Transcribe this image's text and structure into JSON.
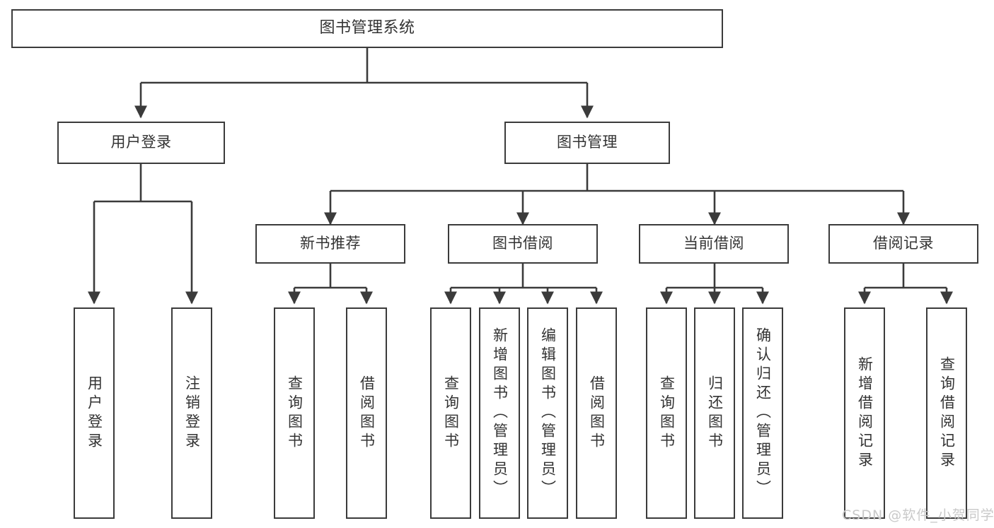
{
  "diagram": {
    "title": "图书管理系统",
    "type": "tree",
    "watermark": "CSDN @软件_小贺同学",
    "colors": {
      "box_border": "#3b3b3b",
      "box_fill": "#ffffff",
      "connector": "#3b3b3b",
      "text": "#333333",
      "watermark": "#c9c9c9",
      "background": "#ffffff"
    },
    "root": {
      "label": "图书管理系统"
    },
    "level2": [
      {
        "id": "user-login",
        "label": "用户登录"
      },
      {
        "id": "book-management",
        "label": "图书管理"
      }
    ],
    "level3": [
      {
        "id": "new-book-recommend",
        "label": "新书推荐",
        "parent": "book-management"
      },
      {
        "id": "book-borrow",
        "label": "图书借阅",
        "parent": "book-management"
      },
      {
        "id": "current-borrow",
        "label": "当前借阅",
        "parent": "book-management"
      },
      {
        "id": "borrow-record",
        "label": "借阅记录",
        "parent": "book-management"
      }
    ],
    "leaves": {
      "user-login": [
        {
          "id": "leaf-user-login",
          "label": "用户登录"
        },
        {
          "id": "leaf-user-logout",
          "label": "注销登录"
        }
      ],
      "new-book-recommend": [
        {
          "id": "leaf-query-book-1",
          "label": "查询图书"
        },
        {
          "id": "leaf-borrow-book-1",
          "label": "借阅图书"
        }
      ],
      "book-borrow": [
        {
          "id": "leaf-query-book-2",
          "label": "查询图书"
        },
        {
          "id": "leaf-add-book",
          "label": "新增图书（管理员）"
        },
        {
          "id": "leaf-edit-book",
          "label": "编辑图书（管理员）"
        },
        {
          "id": "leaf-borrow-book-2",
          "label": "借阅图书"
        }
      ],
      "current-borrow": [
        {
          "id": "leaf-query-book-3",
          "label": "查询图书"
        },
        {
          "id": "leaf-return-book",
          "label": "归还图书"
        },
        {
          "id": "leaf-confirm-return",
          "label": "确认归还（管理员）"
        }
      ],
      "borrow-record": [
        {
          "id": "leaf-add-record",
          "label": "新增借阅记录"
        },
        {
          "id": "leaf-query-record",
          "label": "查询借阅记录"
        }
      ]
    }
  }
}
